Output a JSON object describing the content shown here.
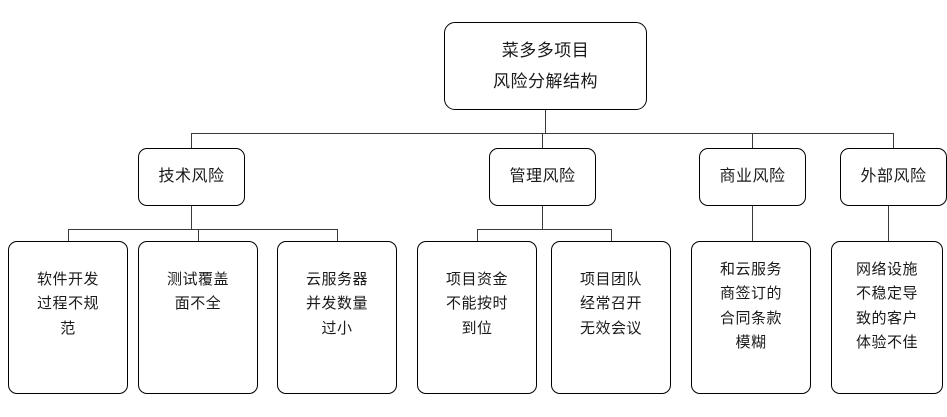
{
  "diagram": {
    "title": "菜多多项目风险分解结构",
    "type": "risk-breakdown-structure",
    "root": {
      "label": "菜多多项目\n风险分解结构"
    },
    "categories": [
      {
        "label": "技术风险"
      },
      {
        "label": "管理风险"
      },
      {
        "label": "商业风险"
      },
      {
        "label": "外部风险"
      }
    ],
    "leaves": [
      {
        "label": "软件开发\n过程不规\n范",
        "parent": "技术风险"
      },
      {
        "label": "测试覆盖\n面不全",
        "parent": "技术风险"
      },
      {
        "label": "云服务器\n并发数量\n过小",
        "parent": "技术风险"
      },
      {
        "label": "项目资金\n不能按时\n到位",
        "parent": "管理风险"
      },
      {
        "label": "项目团队\n经常召开\n无效会议",
        "parent": "管理风险"
      },
      {
        "label": "和云服务\n商签订的\n合同条款\n模糊",
        "parent": "商业风险"
      },
      {
        "label": "网络设施\n不稳定导\n致的客户\n体验不佳",
        "parent": "外部风险"
      }
    ],
    "style": {
      "node_border_color": "#000000",
      "node_fill_color": "#ffffff",
      "connector_color": "#3a3a3a",
      "text_color": "#1a1a1a",
      "background_color": "#ffffff"
    }
  }
}
